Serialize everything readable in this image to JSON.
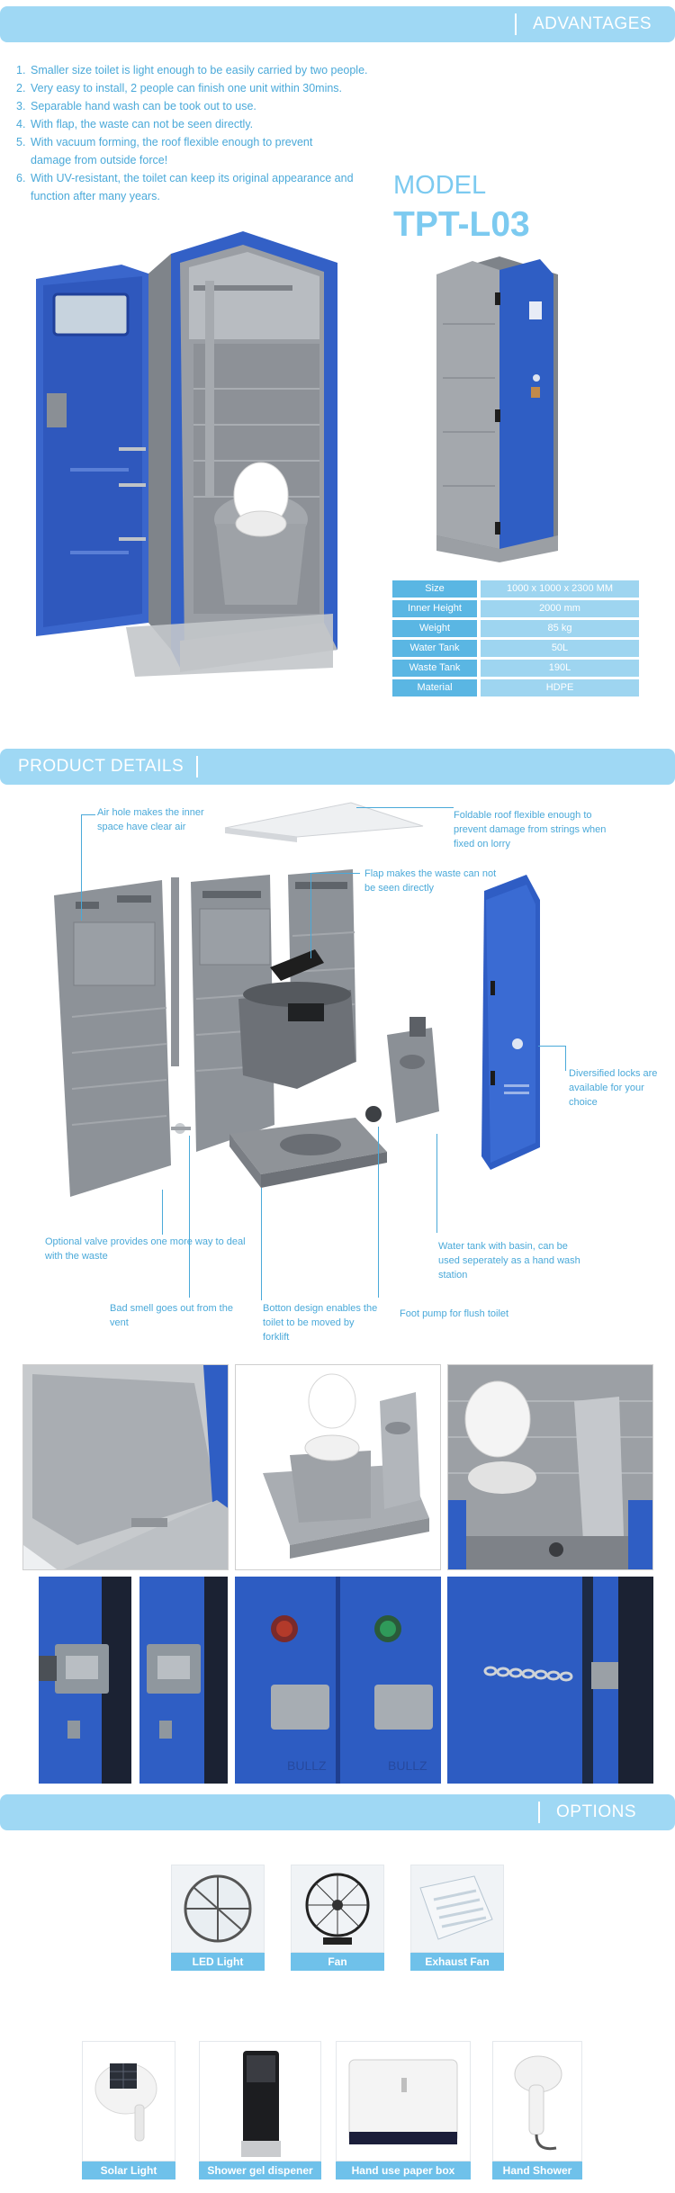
{
  "advantages": {
    "title": "ADVANTAGES",
    "items": [
      {
        "num": "1.",
        "text": "Smaller size toilet is light enough to be easily carried by two people."
      },
      {
        "num": "2.",
        "text": "Very easy to install, 2 people can finish one unit within 30mins."
      },
      {
        "num": "3.",
        "text": "Separable hand wash can be took out to use."
      },
      {
        "num": "4.",
        "text": "With flap, the waste can not be seen directly."
      },
      {
        "num": "5.",
        "text": "With vacuum forming, the roof flexible enough to prevent damage from outside force!"
      },
      {
        "num": "6.",
        "text": "With UV-resistant, the toilet can keep its original appearance and function after many years."
      }
    ],
    "model_label": "MODEL",
    "model_name": "TPT-L03",
    "specs": [
      {
        "key": "Size",
        "value": "1000 x 1000 x 2300 MM"
      },
      {
        "key": "Inner Height",
        "value": "2000 mm"
      },
      {
        "key": "Weight",
        "value": "85 kg"
      },
      {
        "key": "Water Tank",
        "value": "50L"
      },
      {
        "key": "Waste Tank",
        "value": "190L"
      },
      {
        "key": "Material",
        "value": "HDPE"
      }
    ]
  },
  "details": {
    "title": "PRODUCT DETAILS",
    "notes": {
      "air_hole": "Air hole makes the inner space have clear air",
      "roof": "Foldable roof flexible enough to prevent damage from strings when fixed on lorry",
      "flap": "Flap makes the waste can not be seen directly",
      "locks": "Diversified locks are available for your choice",
      "valve": "Optional valve provides one more way to deal with the waste",
      "water_tank": "Water tank with basin, can be used seperately as a hand wash station",
      "smell": "Bad smell goes out from the vent",
      "bottom": "Botton design enables the toilet to be moved by forklift",
      "foot_pump": "Foot pump for flush toilet"
    },
    "door_text": "BULLZ"
  },
  "options": {
    "title": "OPTIONS",
    "items": [
      {
        "label": "LED Light",
        "icon": "led-light-icon"
      },
      {
        "label": "Fan",
        "icon": "fan-icon"
      },
      {
        "label": "Exhaust Fan",
        "icon": "exhaust-fan-icon"
      },
      {
        "label": "Solar Light",
        "icon": "solar-light-icon"
      },
      {
        "label": "Shower gel dispener",
        "icon": "dispenser-icon"
      },
      {
        "label": "Hand use paper box",
        "icon": "paper-box-icon"
      },
      {
        "label": "Hand Shower",
        "icon": "hand-shower-icon"
      }
    ]
  },
  "colors": {
    "banner": "#9fd8f4",
    "text": "#4aa9d9",
    "toilet_blue": "#2f5fc4",
    "panel_grey": "#8e9196"
  }
}
